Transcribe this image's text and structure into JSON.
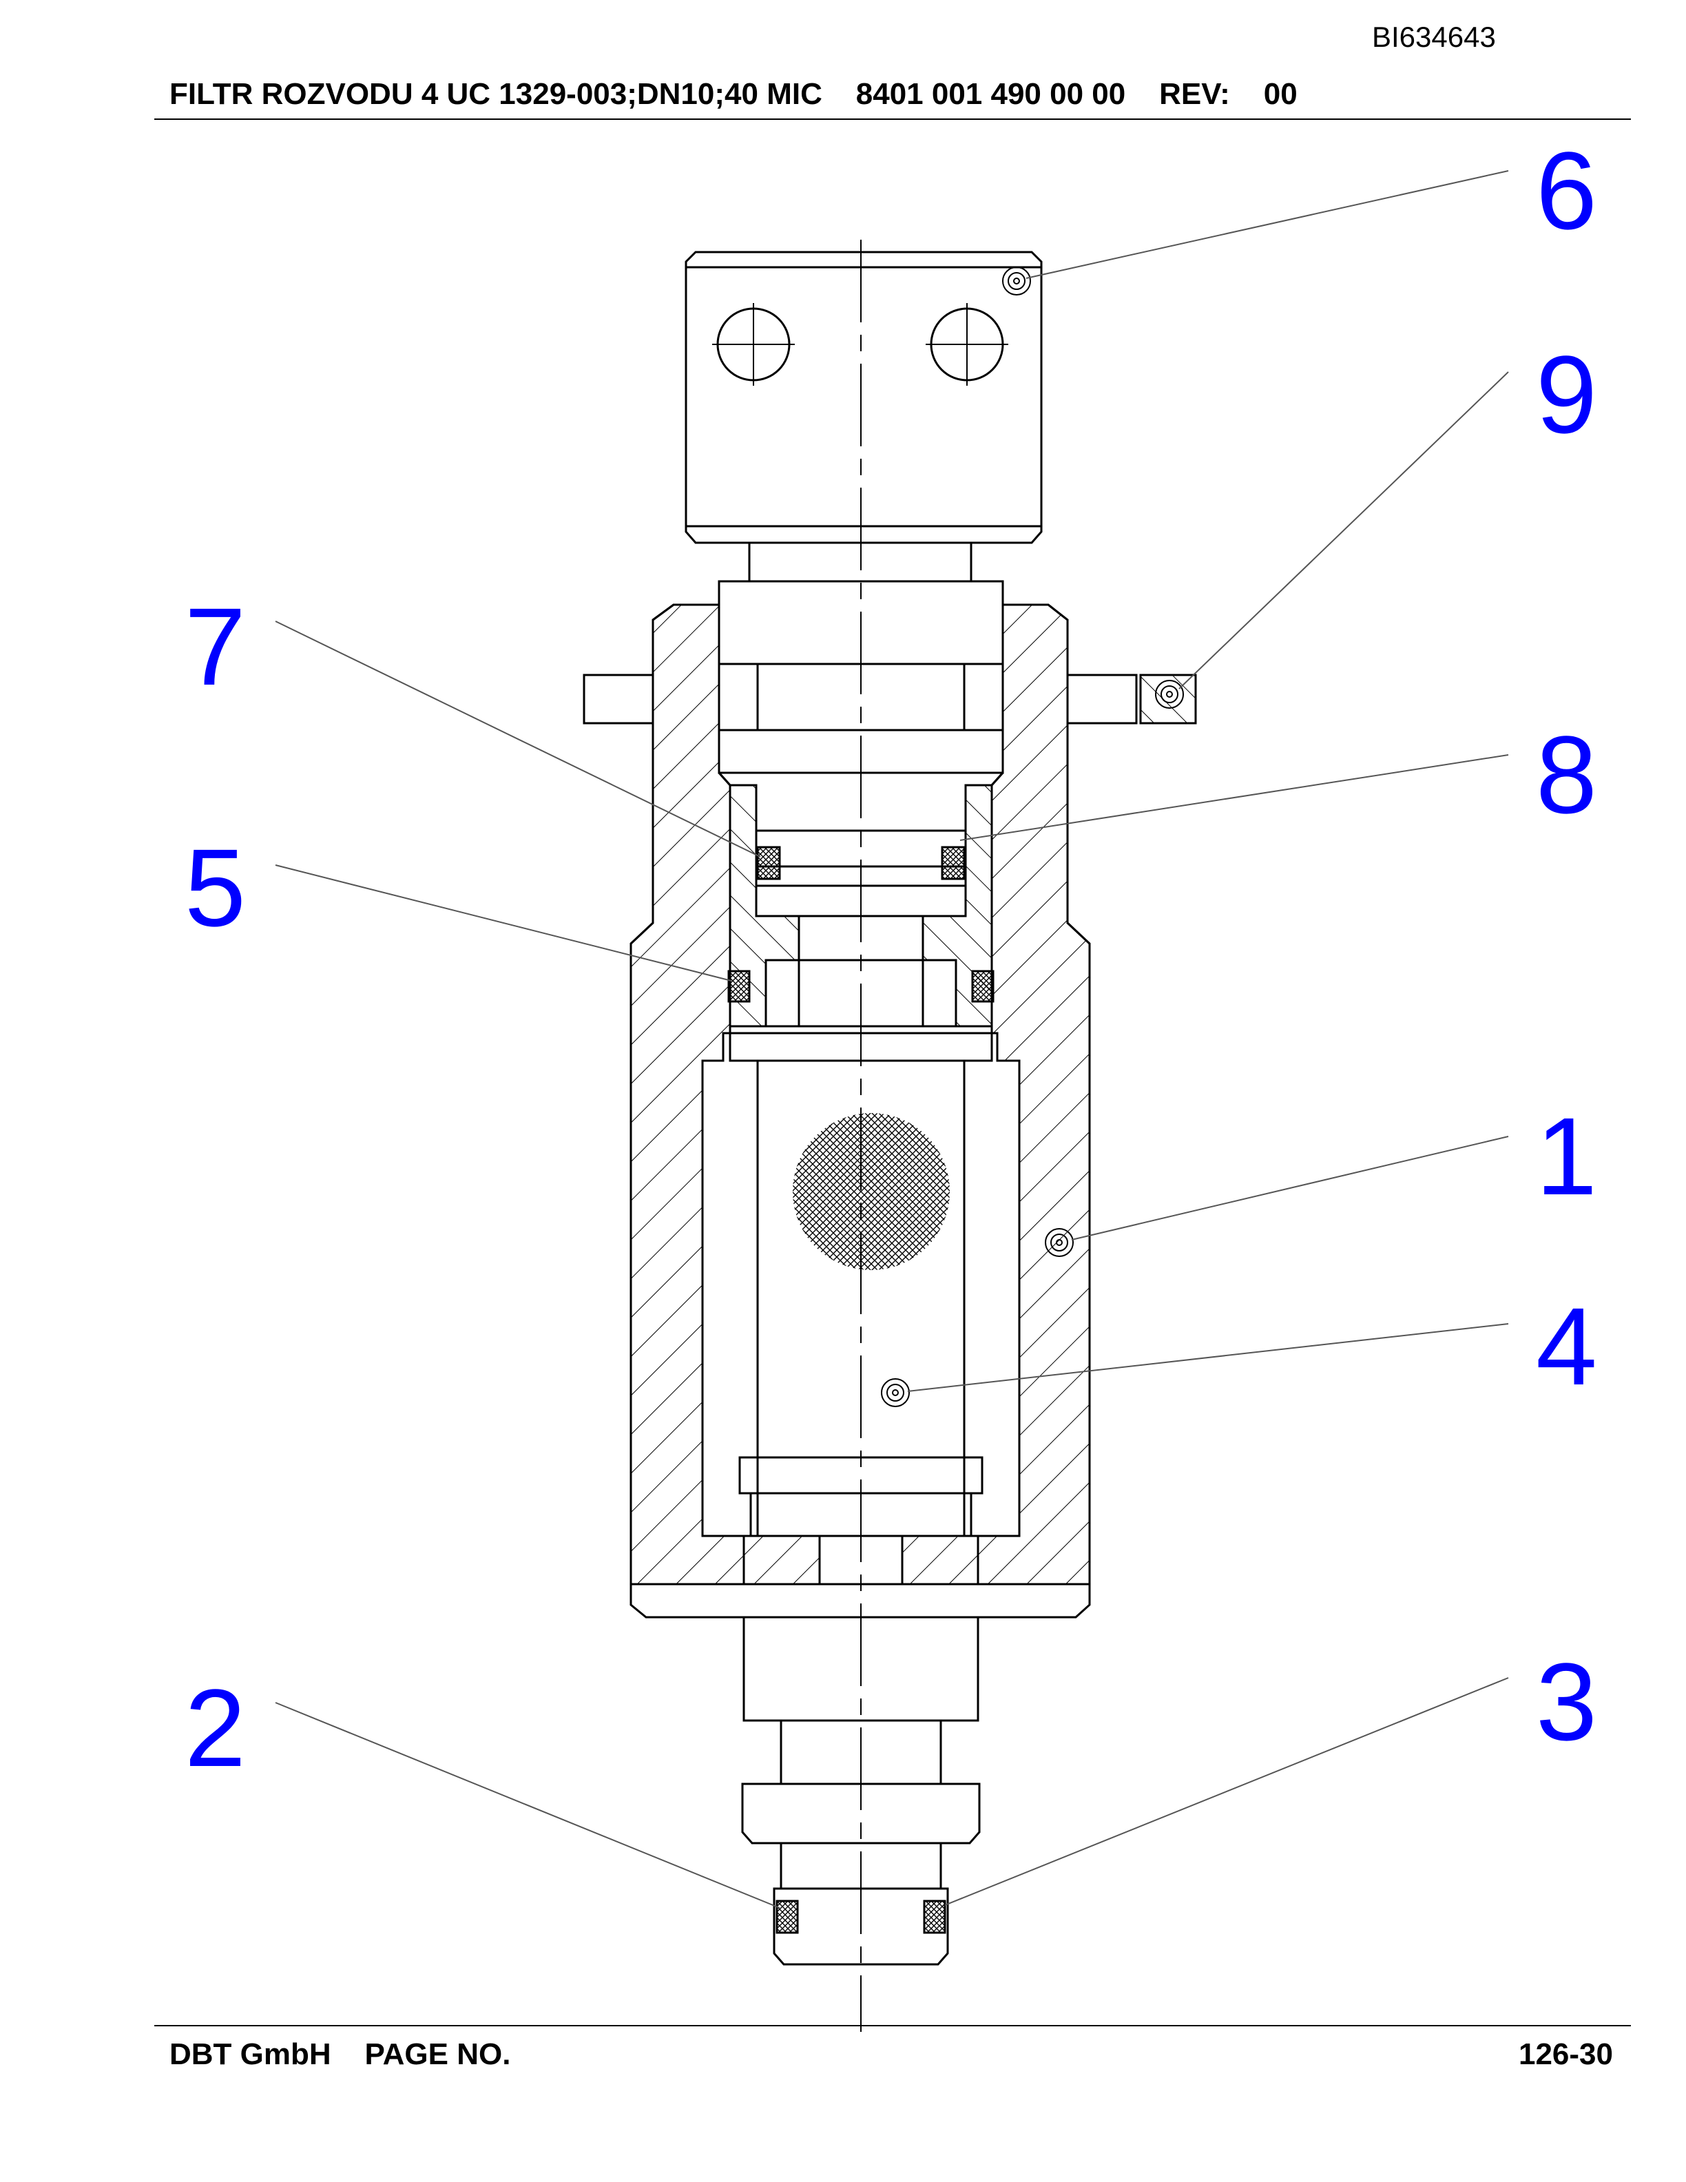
{
  "document": {
    "id": "BI634643",
    "title": "FILTR ROZVODU 4 UC 1329-003;DN10;40 MIC    8401 001 490 00 00    REV:    00"
  },
  "footer": {
    "company_and_label": "DBT GmbH    PAGE NO.",
    "page_number": "126-30"
  },
  "callouts": [
    {
      "id": "6",
      "label": "6"
    },
    {
      "id": "9",
      "label": "9"
    },
    {
      "id": "7",
      "label": "7"
    },
    {
      "id": "8",
      "label": "8"
    },
    {
      "id": "5",
      "label": "5"
    },
    {
      "id": "1",
      "label": "1"
    },
    {
      "id": "4",
      "label": "4"
    },
    {
      "id": "2",
      "label": "2"
    },
    {
      "id": "3",
      "label": "3"
    }
  ],
  "colors": {
    "callout": "#0000ff",
    "linework": "#000000",
    "leader": "#555555"
  }
}
